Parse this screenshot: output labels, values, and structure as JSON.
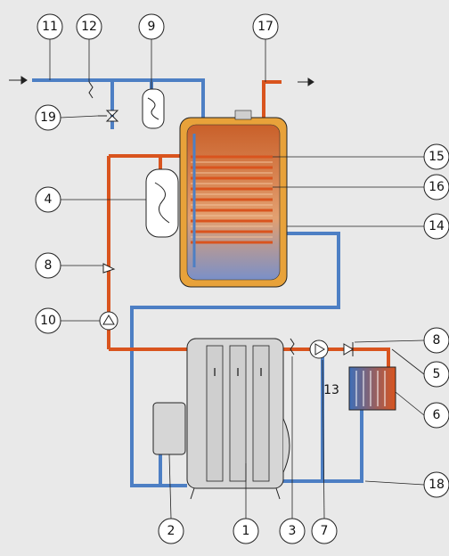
{
  "colors": {
    "background": "#e9e9e9",
    "cold_pipe": "#4d7fc4",
    "hot_pipe": "#d9541e",
    "tank_shell": "#e8a23a",
    "tank_body": "#c9602a",
    "boiler": "#d6d6d6"
  },
  "labels": {
    "l1": "1",
    "l2": "2",
    "l3": "3",
    "l4": "4",
    "l5": "5",
    "l6": "6",
    "l7": "7",
    "l8a": "8",
    "l8b": "8",
    "l9": "9",
    "l10": "10",
    "l11": "11",
    "l12": "12",
    "l13": "13",
    "l14": "14",
    "l15": "15",
    "l16": "16",
    "l17": "17",
    "l18": "18",
    "l19": "19"
  }
}
